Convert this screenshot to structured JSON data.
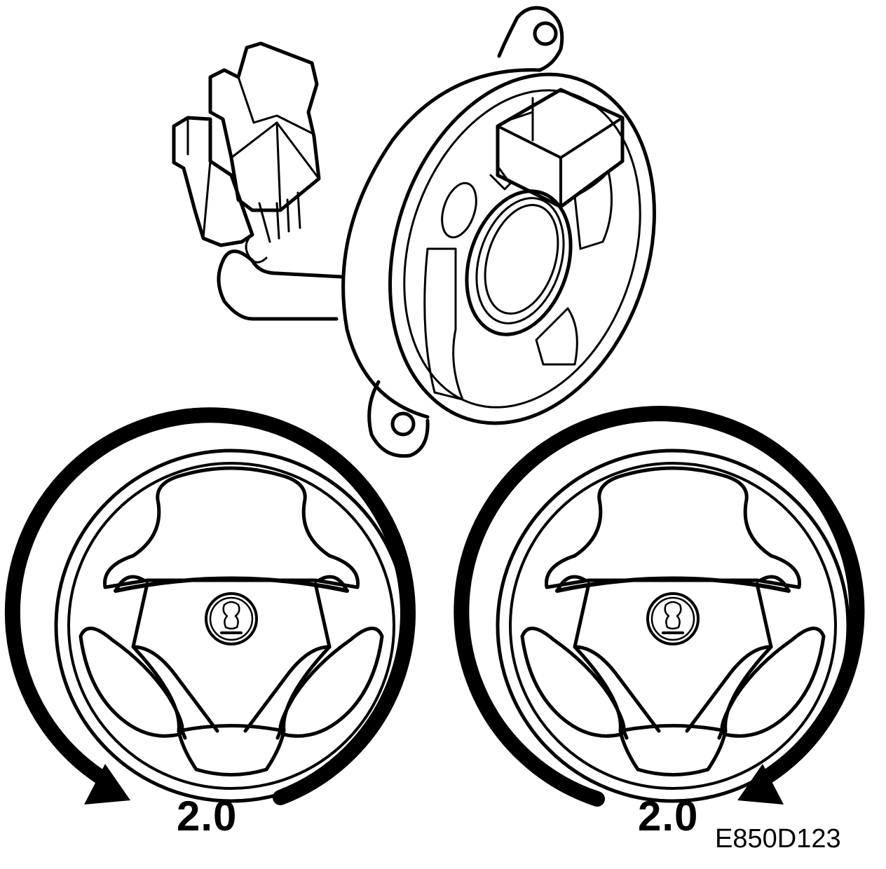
{
  "labels": {
    "turns_left": "2.0",
    "turns_right": "2.0",
    "figure_code": "E850D123"
  },
  "colors": {
    "line": "#000000",
    "background": "#ffffff"
  },
  "icons": {
    "emblem": "saab-griffin-emblem-icon",
    "arrow_left": "counterclockwise-arrow-icon",
    "arrow_right": "clockwise-arrow-icon"
  }
}
